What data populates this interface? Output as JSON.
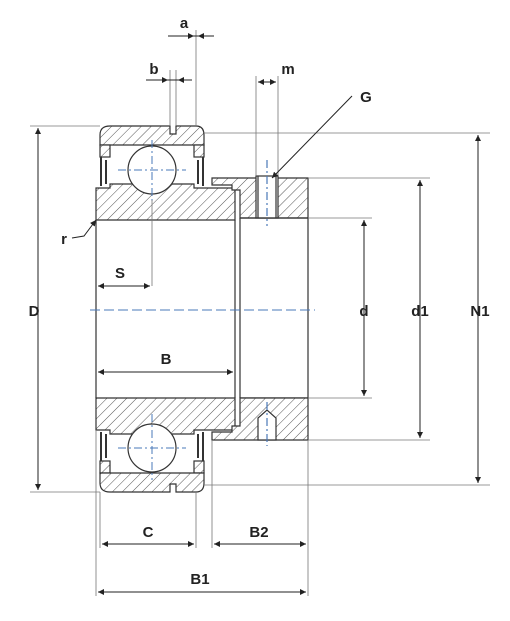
{
  "labels": {
    "a": "a",
    "b": "b",
    "m": "m",
    "G": "G",
    "r": "r",
    "S": "S",
    "D": "D",
    "d": "d",
    "d1": "d1",
    "N1": "N1",
    "B": "B",
    "C": "C",
    "B2": "B2",
    "B1": "B1"
  }
}
